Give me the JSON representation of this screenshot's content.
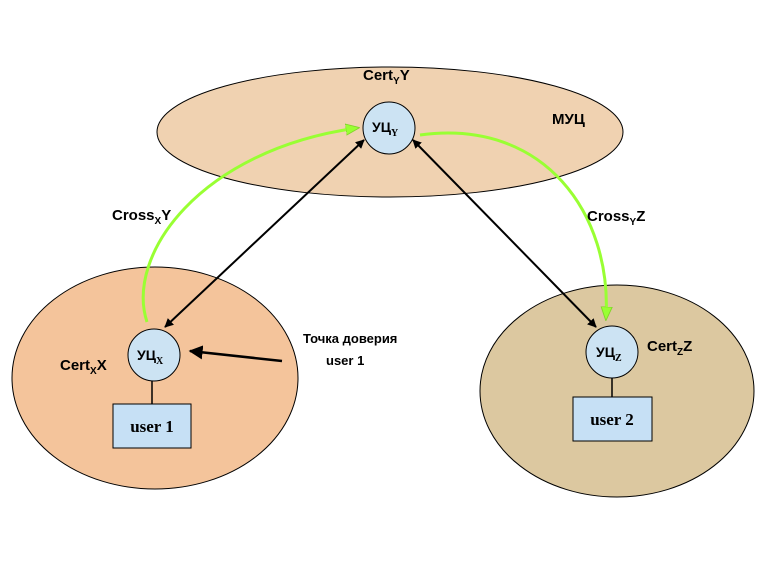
{
  "colors": {
    "top_ellipse": "#f0d2b1",
    "left_ellipse": "#f4c49b",
    "right_ellipse": "#dcc8a0",
    "node_fill": "#cce3f3",
    "user_box_fill": "#c6e0f5",
    "green_arrow": "#99ff33",
    "black_arrow": "#000000"
  },
  "top": {
    "cert_main": "Cert",
    "cert_sub": "Y",
    "cert_tail": "Y",
    "domain_label": "МУЦ",
    "node_main": "УЦ",
    "node_sub": "Y"
  },
  "left": {
    "cert_main": "Cert",
    "cert_sub": "X",
    "cert_tail": "X",
    "node_main": "УЦ",
    "node_sub": "X",
    "user_label": "user 1"
  },
  "right": {
    "cert_main": "Cert",
    "cert_sub": "Z",
    "cert_tail": "Z",
    "node_main": "УЦ",
    "node_sub": "Z",
    "user_label": "user 2"
  },
  "cross_left": {
    "main": "Cross",
    "sub": "X",
    "tail": "Y"
  },
  "cross_right": {
    "main": "Cross",
    "sub": "Y",
    "tail": "Z"
  },
  "trust_point": {
    "line1": "Точка доверия",
    "line2": "user 1"
  }
}
